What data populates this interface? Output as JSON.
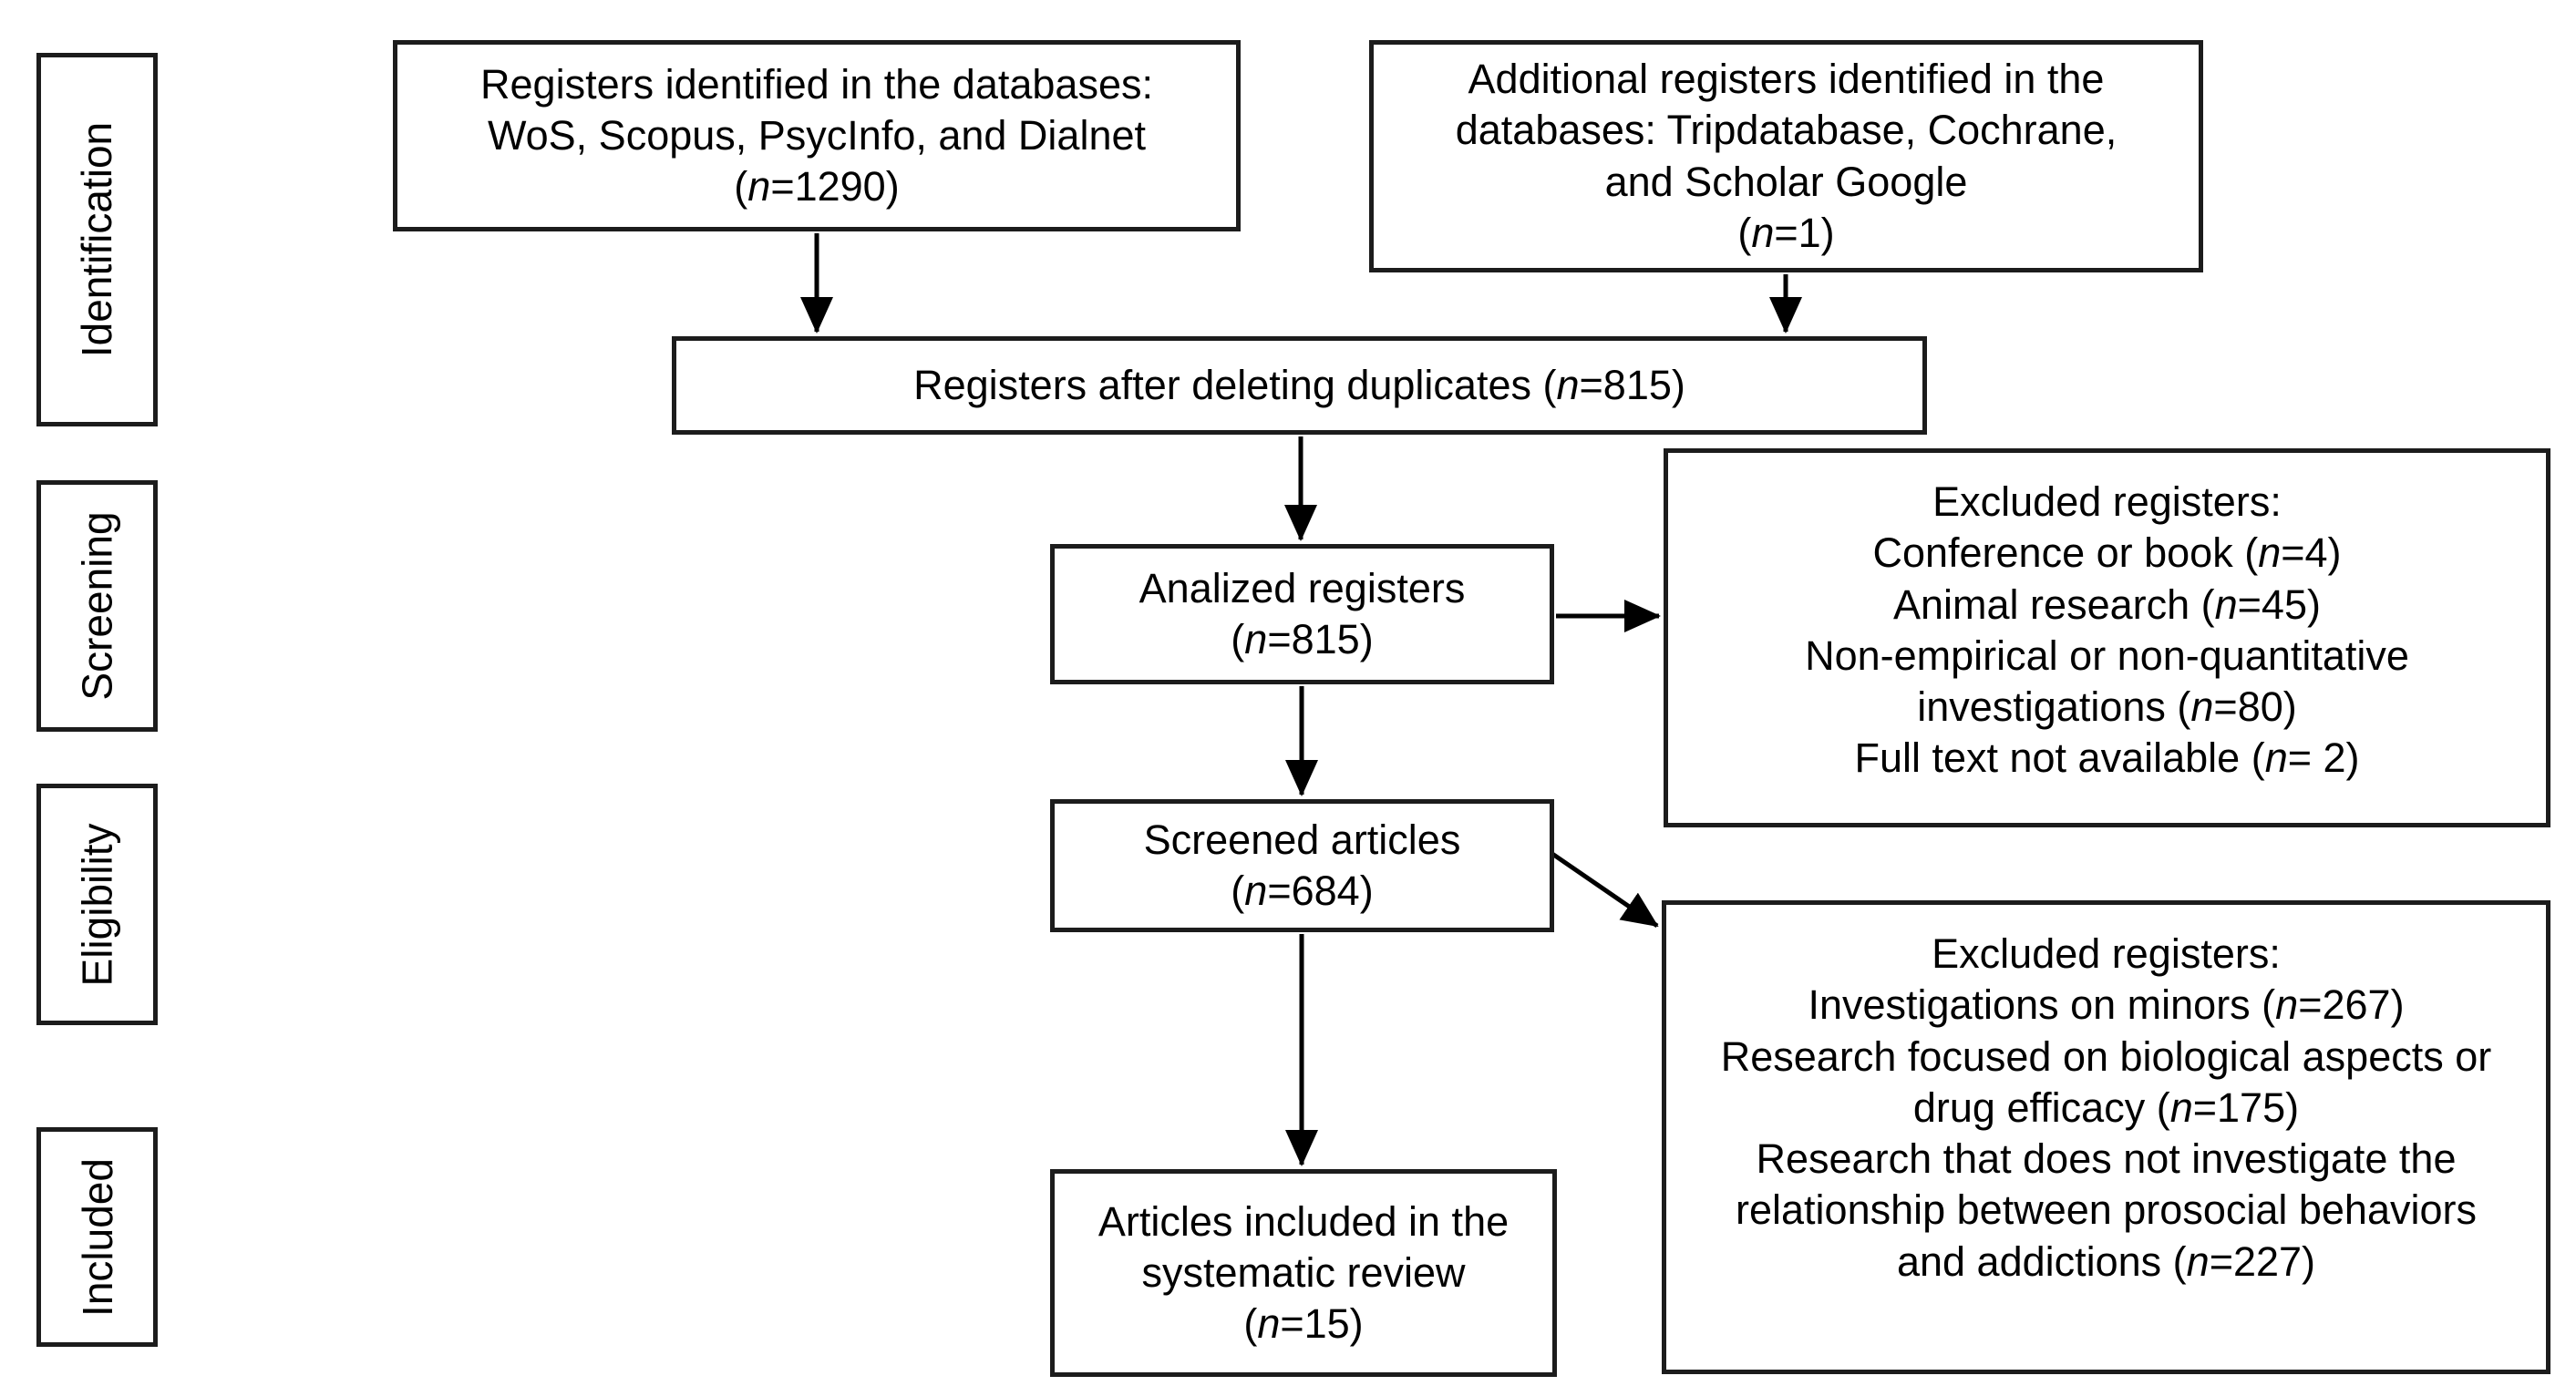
{
  "figure": {
    "type": "prisma-flow-diagram",
    "stage_labels": [
      "Identification",
      "Screening",
      "Eligibility",
      "Included"
    ],
    "boxes": {
      "identified_databases": {
        "lines": [
          "Registers identified in the databases:",
          "WoS, Scopus, PsycInfo, and Dialnet",
          "(n=1290)"
        ]
      },
      "identified_additional": {
        "lines": [
          "Additional registers identified in the",
          "databases: Tripdatabase, Cochrane,",
          "and Scholar Google",
          "(n=1)"
        ]
      },
      "after_duplicates": {
        "lines": [
          "Registers after deleting duplicates (n=815)"
        ]
      },
      "analized": {
        "lines": [
          "Analized registers",
          "(n=815)"
        ]
      },
      "excluded_screening": {
        "lines": [
          "Excluded registers:",
          "Conference or book (n=4)",
          "Animal research (n=45)",
          "Non-empirical or non-quantitative",
          "investigations (n=80)",
          "Full text not available (n= 2)"
        ]
      },
      "screened": {
        "lines": [
          "Screened articles",
          "(n=684)"
        ]
      },
      "excluded_eligibility": {
        "lines": [
          "Excluded registers:",
          "Investigations on minors (n=267)",
          "Research focused on biological aspects or",
          "drug efficacy (n=175)",
          "Research that does not investigate the",
          "relationship between prosocial behaviors",
          "and addictions (n=227)"
        ]
      },
      "included_articles": {
        "lines": [
          "Articles included in the",
          "systematic review",
          "(n=15)"
        ]
      }
    },
    "colors": {
      "background": "#ffffff",
      "box_border": "#1c1c1c",
      "text": "#000000",
      "arrow": "#000000"
    }
  }
}
